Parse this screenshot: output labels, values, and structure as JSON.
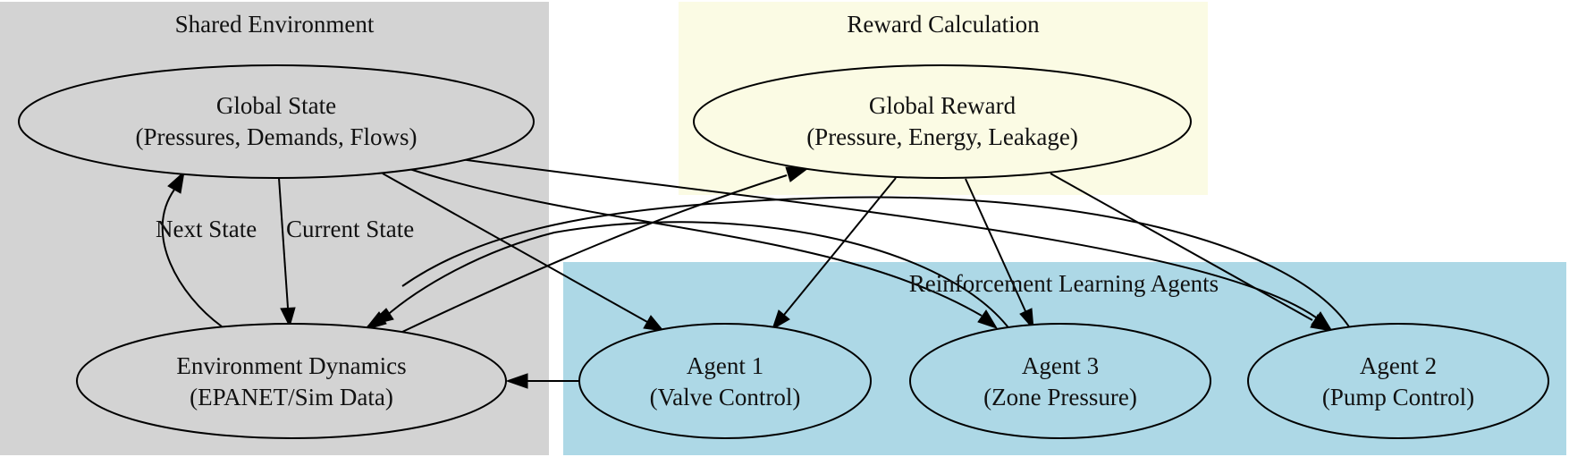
{
  "colors": {
    "shared_environment_bg": "#d3d3d3",
    "reward_calculation_bg": "#fbfbe4",
    "rl_agents_bg": "#add8e6",
    "edge": "#000000"
  },
  "clusters": {
    "shared_environment": {
      "label": "Shared Environment"
    },
    "reward_calculation": {
      "label": "Reward Calculation"
    },
    "rl_agents": {
      "label": "Reinforcement Learning Agents"
    }
  },
  "nodes": {
    "global_state": {
      "line1": "Global State",
      "line2": "(Pressures, Demands, Flows)"
    },
    "environment_dynamics": {
      "line1": "Environment Dynamics",
      "line2": "(EPANET/Sim Data)"
    },
    "global_reward": {
      "line1": "Global Reward",
      "line2": "(Pressure, Energy, Leakage)"
    },
    "agent1": {
      "line1": "Agent 1",
      "line2": "(Valve Control)"
    },
    "agent3": {
      "line1": "Agent 3",
      "line2": "(Zone Pressure)"
    },
    "agent2": {
      "line1": "Agent 2",
      "line2": "(Pump Control)"
    }
  },
  "edge_labels": {
    "next_state": "Next State",
    "current_state": "Current State"
  }
}
